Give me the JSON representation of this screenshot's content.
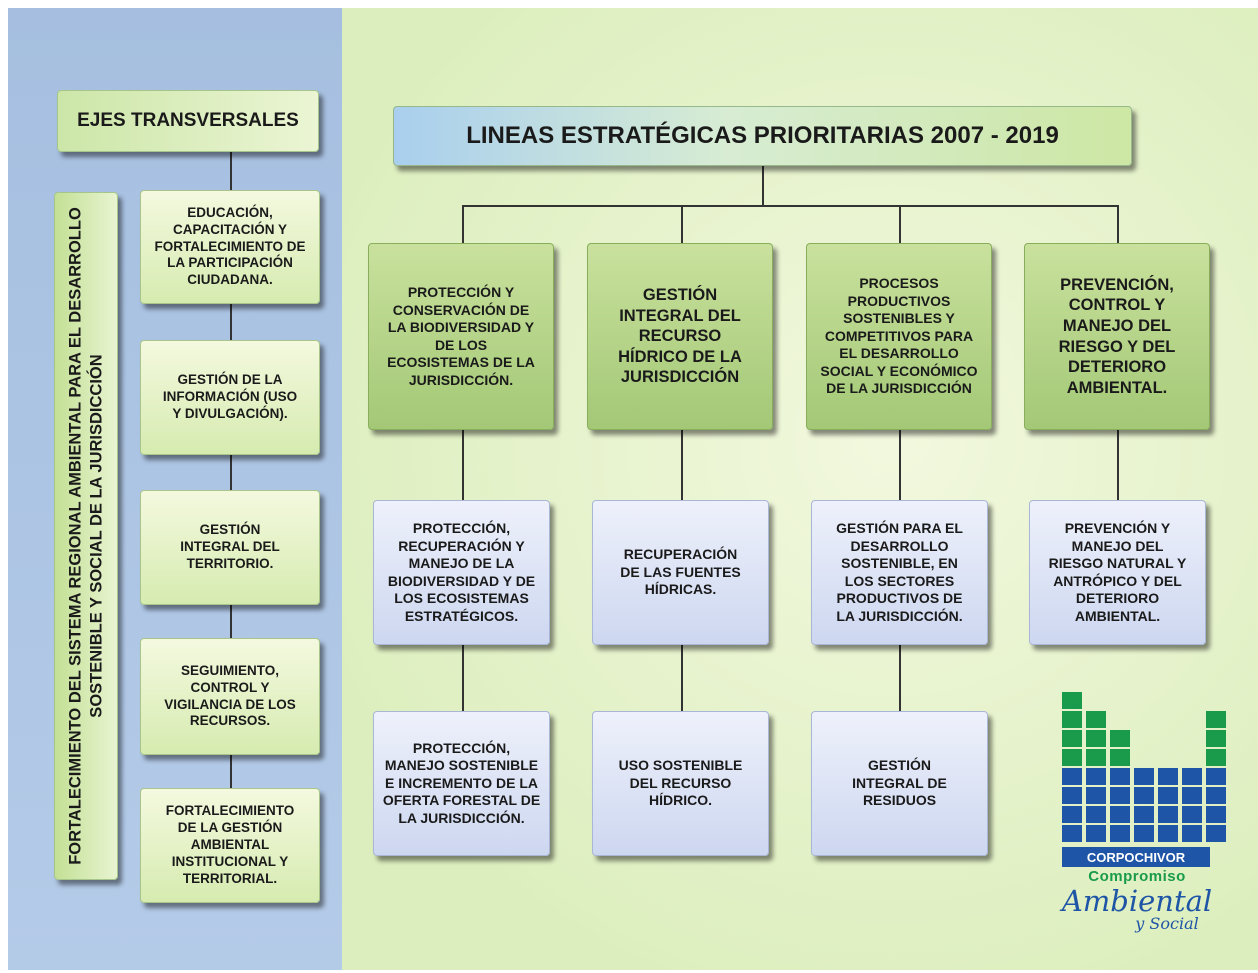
{
  "main_title": "LINEAS ESTRATÉGICAS PRIORITARIAS 2007 - 2019",
  "side_title": "EJES TRANSVERSALES",
  "vertical_label": "FORTALECIMIENTO DEL SISTEMA REGIONAL AMBIENTAL PARA EL DESARROLLO SOSTENIBLE Y SOCIAL DE LA JURISDICCIÓN",
  "transversal_axes": [
    "EDUCACIÓN, CAPACITACIÓN Y FORTALECIMIENTO DE LA PARTICIPACIÓN CIUDADANA.",
    "GESTIÓN DE LA INFORMACIÓN (USO Y DIVULGACIÓN).",
    "GESTIÓN INTEGRAL DEL TERRITORIO.",
    "SEGUIMIENTO, CONTROL Y VIGILANCIA DE LOS RECURSOS.",
    "FORTALECIMIENTO DE LA GESTIÓN AMBIENTAL INSTITUCIONAL Y TERRITORIAL."
  ],
  "strategic_lines": [
    {
      "title": "PROTECCIÓN Y CONSERVACIÓN DE LA BIODIVERSIDAD Y DE LOS ECOSISTEMAS DE LA JURISDICCIÓN.",
      "programs": [
        "PROTECCIÓN, RECUPERACIÓN Y MANEJO DE LA BIODIVERSIDAD Y DE LOS ECOSISTEMAS ESTRATÉGICOS.",
        "PROTECCIÓN, MANEJO SOSTENIBLE E INCREMENTO DE LA OFERTA FORESTAL DE LA JURISDICCIÓN."
      ]
    },
    {
      "title": "GESTIÓN INTEGRAL DEL RECURSO HÍDRICO DE LA JURISDICCIÓN",
      "programs": [
        "RECUPERACIÓN DE LAS FUENTES HÍDRICAS.",
        "USO SOSTENIBLE DEL RECURSO HÍDRICO."
      ]
    },
    {
      "title": "PROCESOS PRODUCTIVOS SOSTENIBLES Y COMPETITIVOS PARA EL DESARROLLO SOCIAL Y ECONÓMICO DE LA JURISDICCIÓN",
      "programs": [
        "GESTIÓN PARA EL DESARROLLO SOSTENIBLE, EN LOS SECTORES PRODUCTIVOS DE LA JURISDICCIÓN.",
        "GESTIÓN INTEGRAL DE RESIDUOS"
      ]
    },
    {
      "title": "PREVENCIÓN, CONTROL Y MANEJO DEL RIESGO Y DEL DETERIORO AMBIENTAL.",
      "programs": [
        "PREVENCIÓN Y MANEJO DEL RIESGO NATURAL Y ANTRÓPICO Y DEL DETERIORO AMBIENTAL."
      ]
    }
  ],
  "logo": {
    "name": "CORPOCHIVOR",
    "tagline1": "Compromiso",
    "tagline2": "Ambiental",
    "tagline3": "y Social",
    "colors": {
      "green": "#1a9b4b",
      "blue": "#1e55a6"
    }
  }
}
